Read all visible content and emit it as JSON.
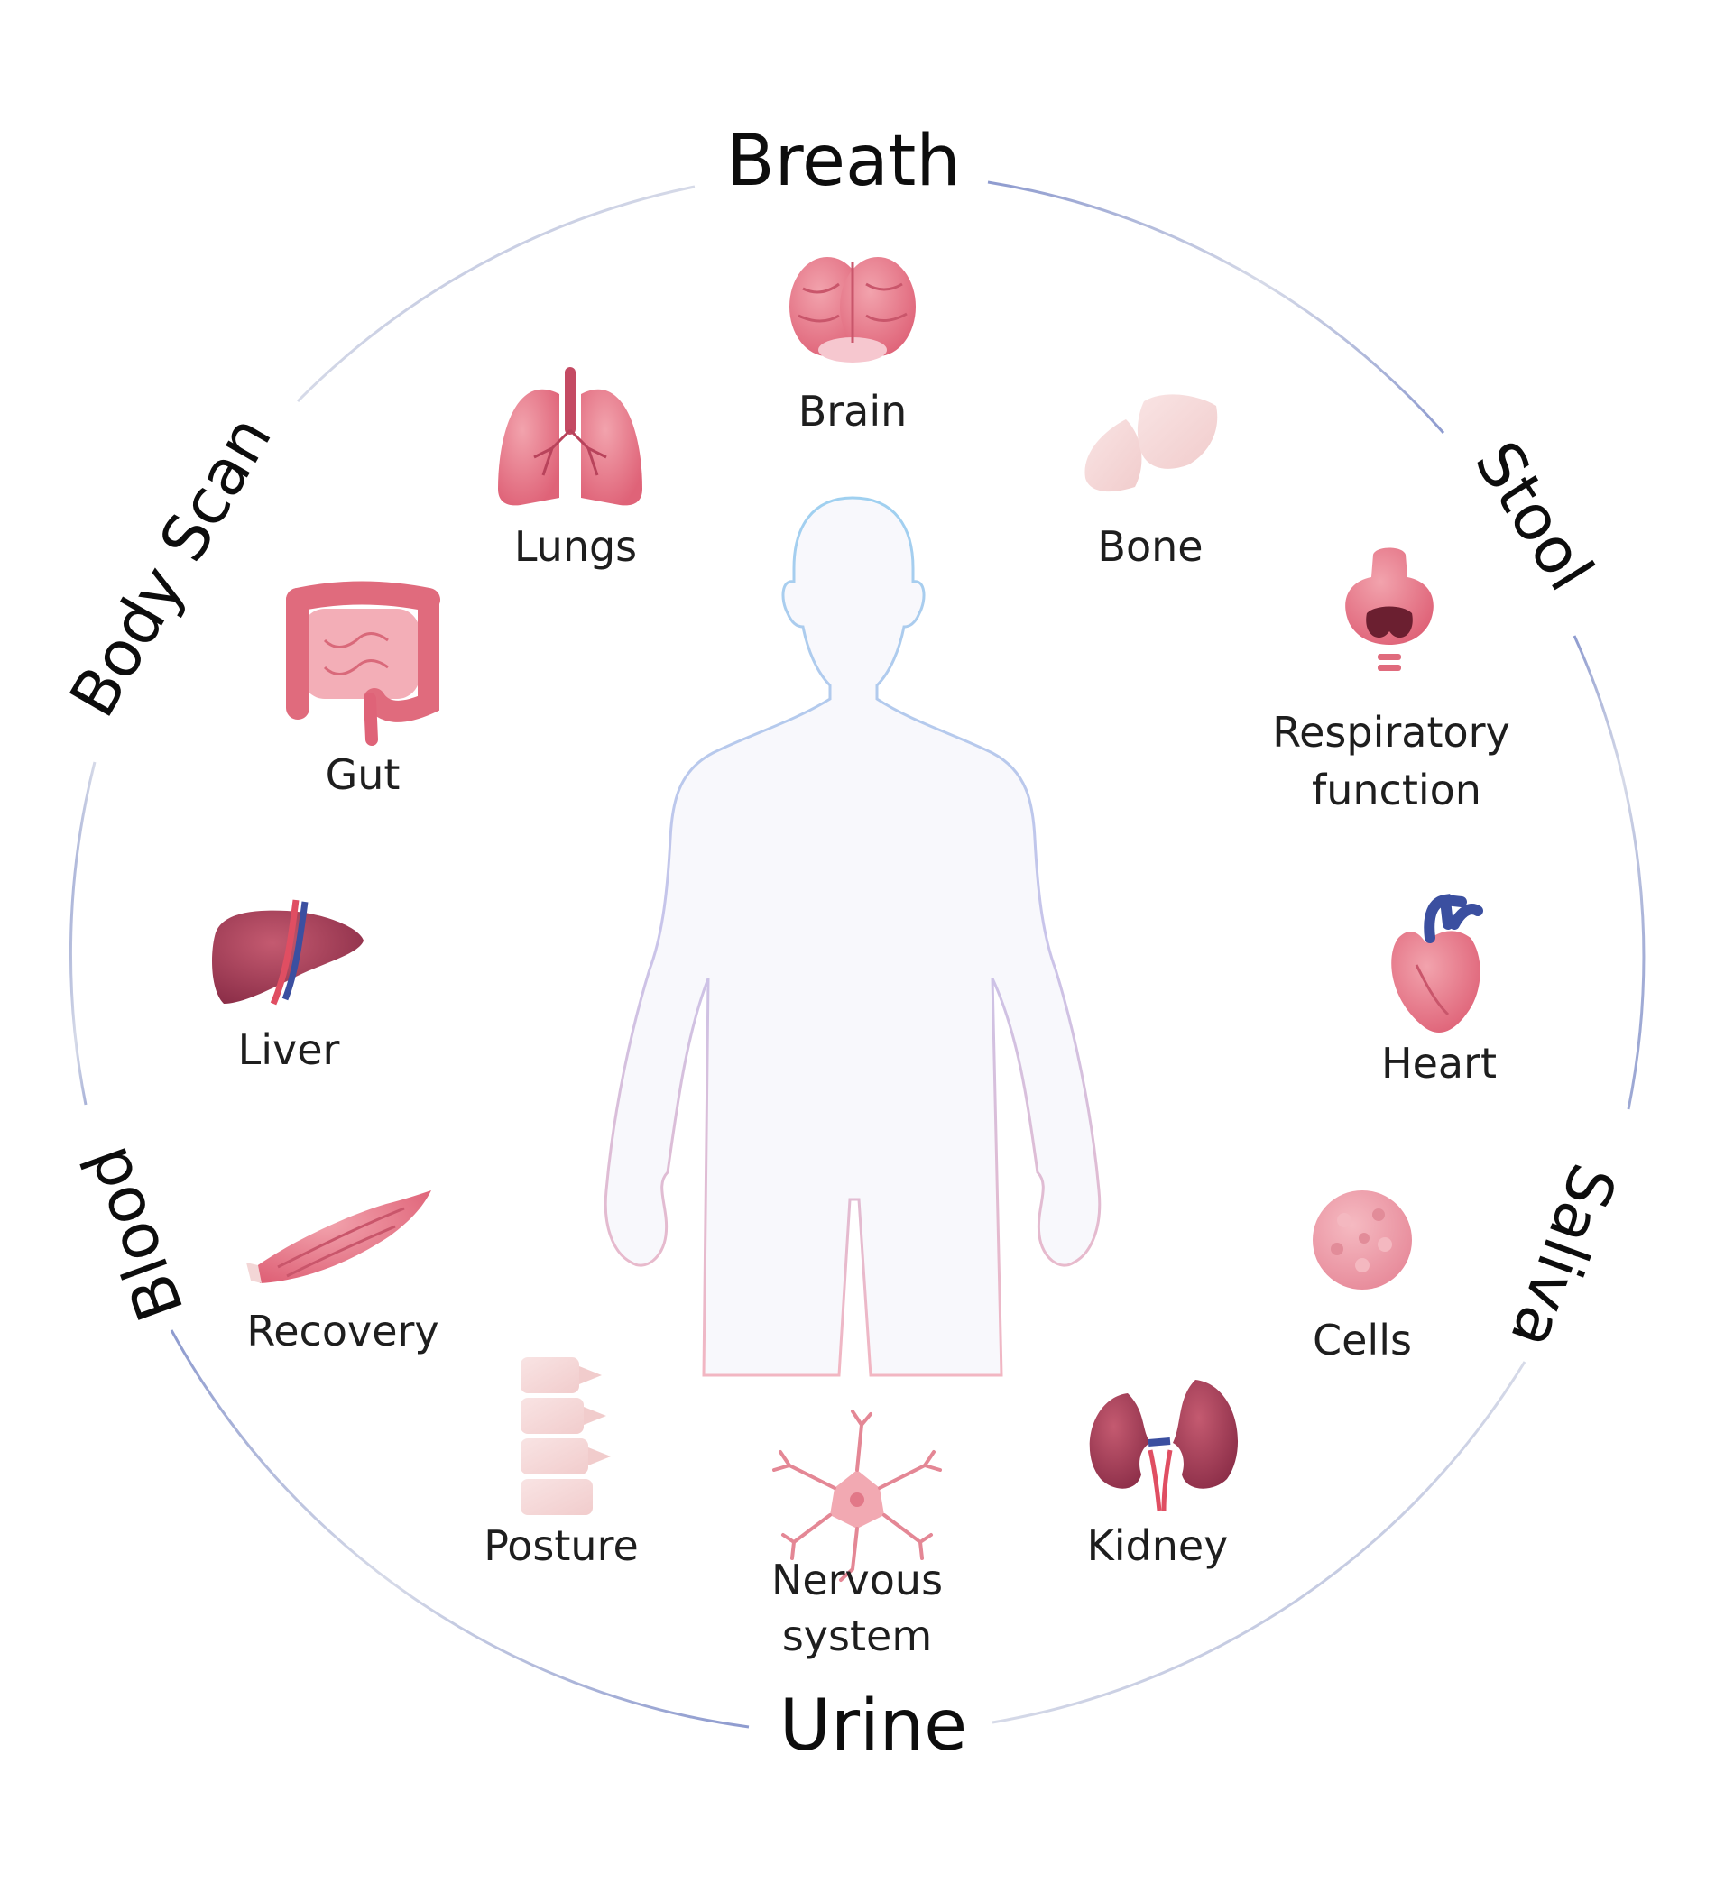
{
  "sources": {
    "breath": "Breath",
    "stool": "Stool",
    "saliva": "Saliva",
    "urine": "Urine",
    "blood": "Blood",
    "body_scan": "Body Scan"
  },
  "organs": {
    "brain": "Brain",
    "lungs": "Lungs",
    "bone": "Bone",
    "gut": "Gut",
    "respiratory_1": "Respiratory",
    "respiratory_2": "function",
    "liver": "Liver",
    "heart": "Heart",
    "recovery": "Recovery",
    "cells": "Cells",
    "posture": "Posture",
    "nervous_1": "Nervous",
    "nervous_2": "system",
    "kidney": "Kidney"
  },
  "colors": {
    "ring": "#a8b2d4",
    "organ_pink": "#e06b7d",
    "organ_dark": "#9c3b52",
    "vein_blue": "#3b4fa0",
    "body_fill": "#f8f8fc"
  },
  "icons": [
    "brain-icon",
    "lungs-icon",
    "bone-icon",
    "gut-icon",
    "thyroid-icon",
    "liver-icon",
    "heart-icon",
    "muscle-icon",
    "cell-icon",
    "spine-icon",
    "neuron-icon",
    "kidney-icon",
    "human-silhouette-icon"
  ]
}
